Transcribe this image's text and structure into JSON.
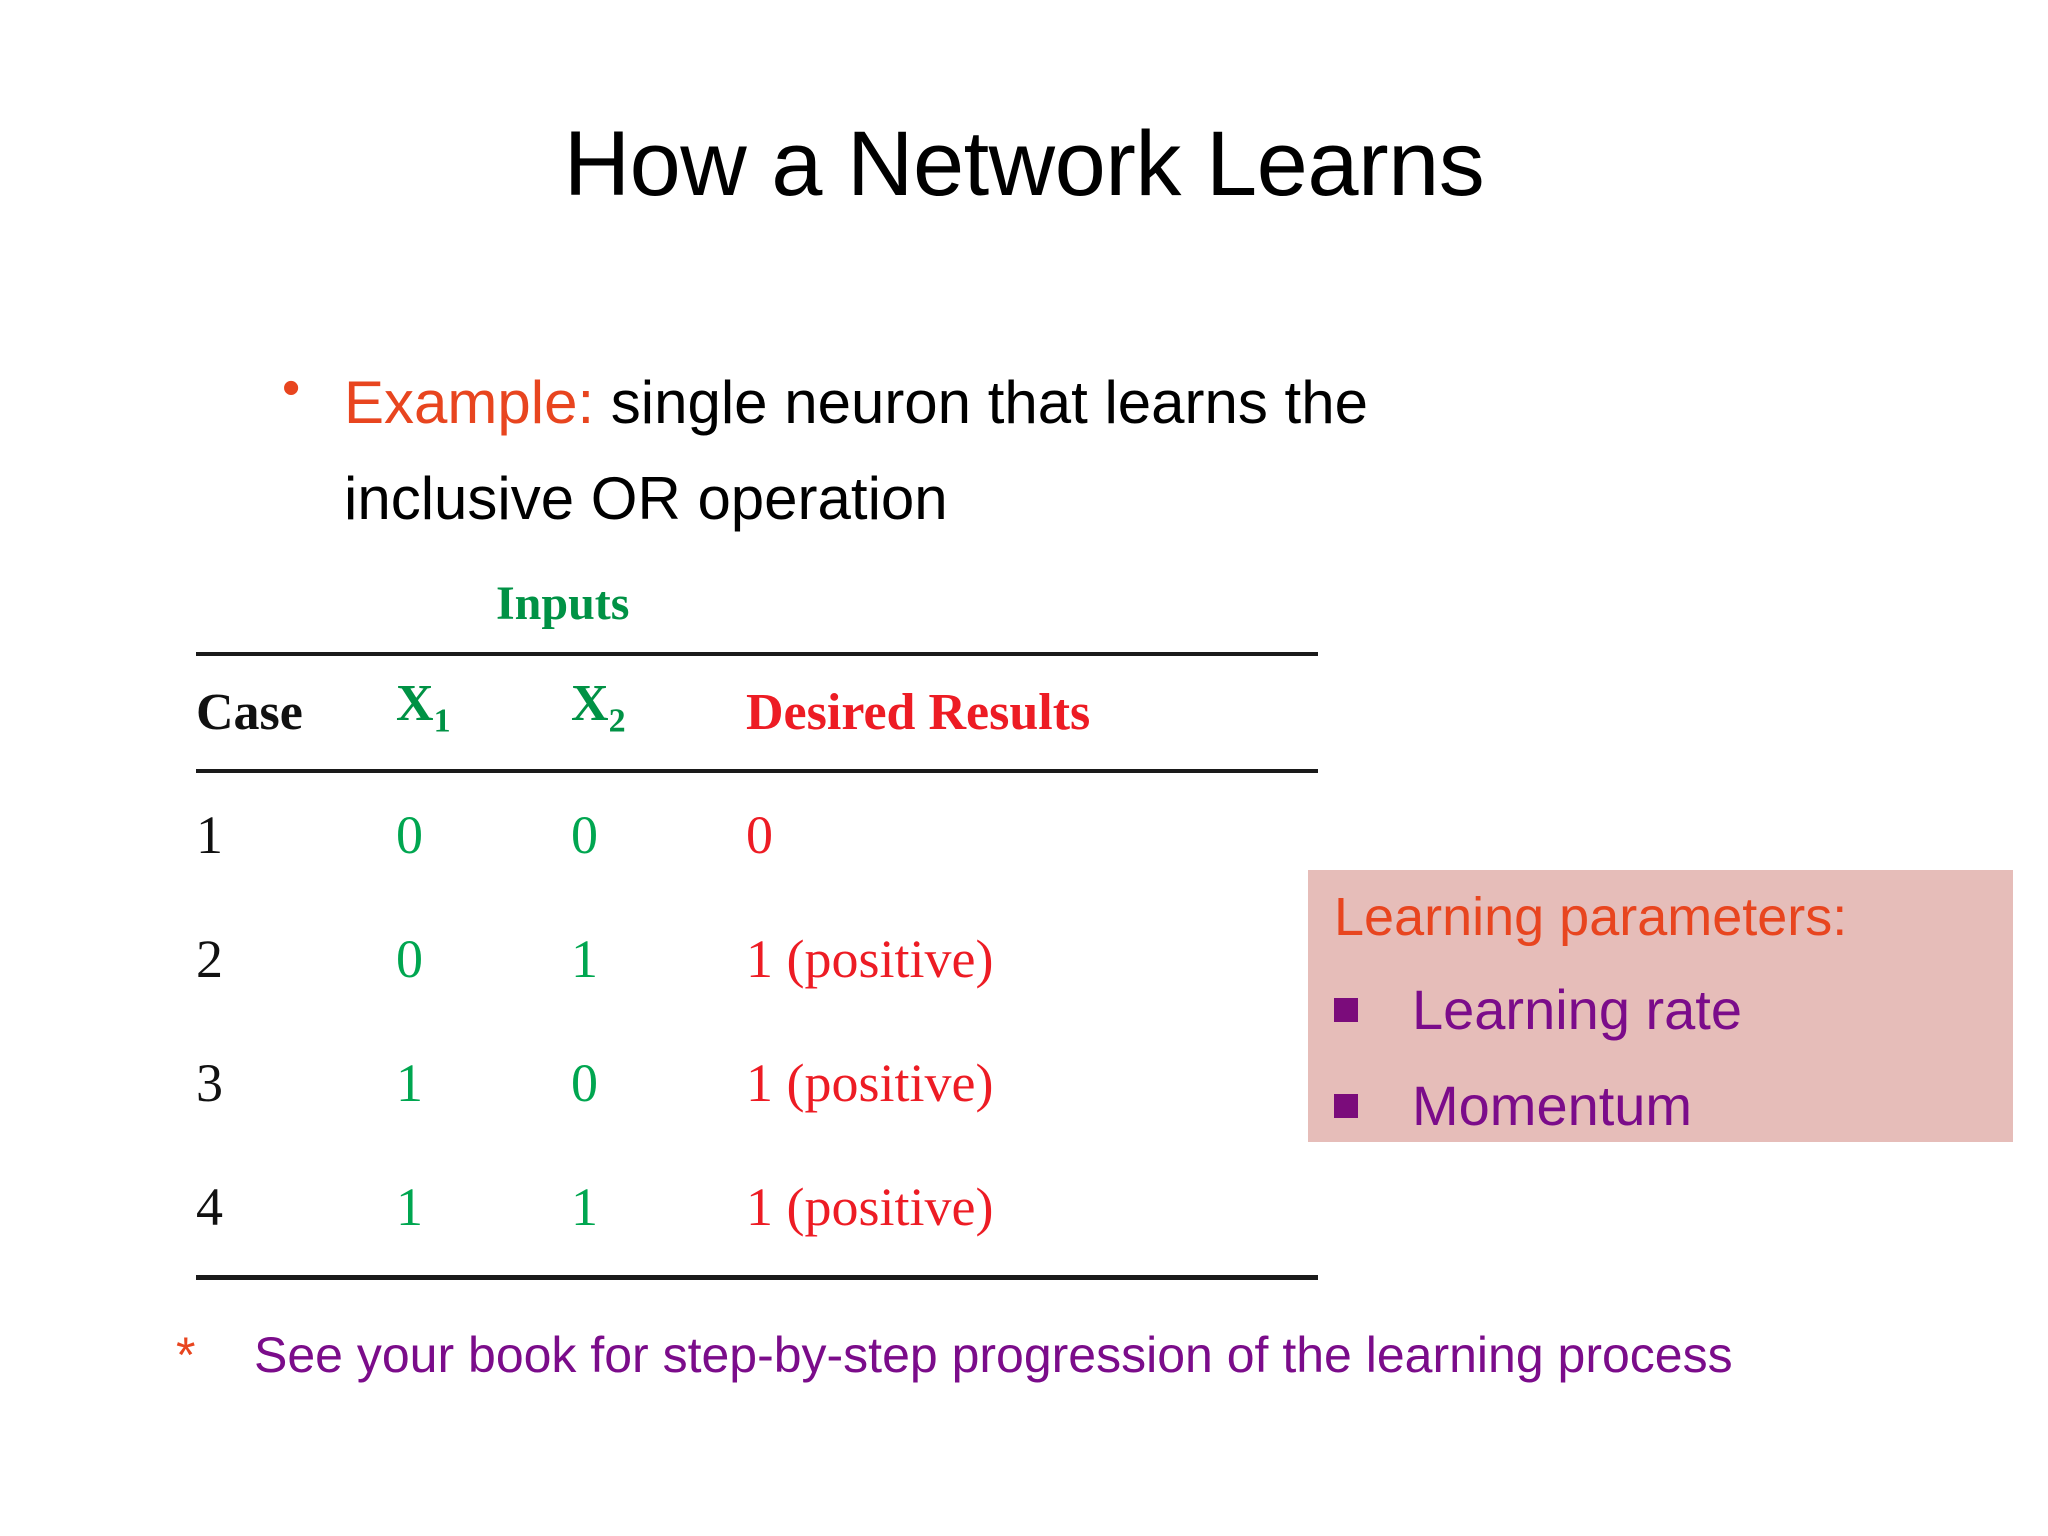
{
  "slide": {
    "title": "How a Network Learns",
    "background_color": "#FFFFFF"
  },
  "bullet": {
    "marker": "•",
    "lead": "Example:",
    "lead_color": "#E8451F",
    "body": " single neuron that learns the inclusive OR operation"
  },
  "table": {
    "group_header": "Inputs",
    "group_header_color": "#009245",
    "columns": [
      {
        "label": "Case",
        "color": "#111111"
      },
      {
        "label": "X",
        "sub": "1",
        "color": "#009245"
      },
      {
        "label": "X",
        "sub": "2",
        "color": "#009245"
      },
      {
        "label": "Desired Results",
        "color": "#ED1C24"
      }
    ],
    "rows": [
      {
        "case": "1",
        "x1": "0",
        "x2": "0",
        "result": "0"
      },
      {
        "case": "2",
        "x1": "0",
        "x2": "1",
        "result": "1 (positive)"
      },
      {
        "case": "3",
        "x1": "1",
        "x2": "0",
        "result": "1 (positive)"
      },
      {
        "case": "4",
        "x1": "1",
        "x2": "1",
        "result": "1 (positive)"
      }
    ]
  },
  "params_box": {
    "background_color": "#E6BDB9",
    "title": "Learning parameters:",
    "title_color": "#E8451F",
    "bullet_color": "#7B0C7B",
    "items": [
      {
        "label": "Learning rate"
      },
      {
        "label": "Momentum"
      }
    ]
  },
  "footnote": {
    "marker": "*",
    "marker_color": "#E8451F",
    "text": "See your book for step-by-step progression of the learning process",
    "text_color": "#7B0C8A"
  }
}
